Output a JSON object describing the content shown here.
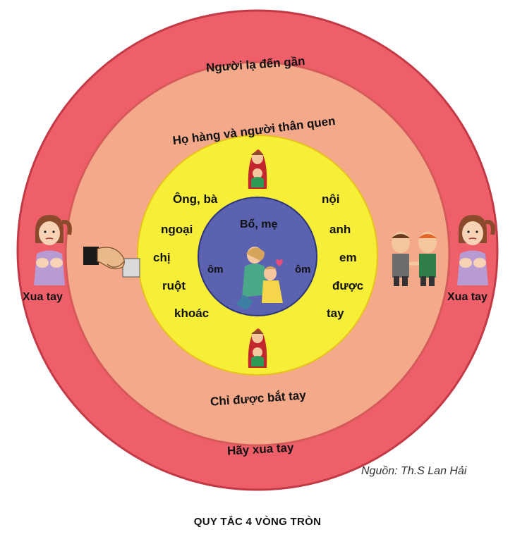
{
  "rings": {
    "outer": {
      "label_top": "Người lạ đến gần",
      "label_bottom": "Hãy xua tay",
      "color": "#ee5f6a"
    },
    "second": {
      "label_top": "Họ hàng và người thân quen",
      "label_bottom": "Chỉ được bắt tay",
      "color": "#f4a98a"
    },
    "third": {
      "color": "#f7ee38",
      "left_words": [
        "Ông, bà",
        "ngoại",
        "chị",
        "ruột",
        "khoác"
      ],
      "right_words": [
        "nội",
        "anh",
        "em",
        "được",
        "tay"
      ]
    },
    "inner": {
      "label": "Bố, mẹ",
      "left": "ôm",
      "right": "ôm",
      "color": "#5b63b1"
    }
  },
  "side_labels": {
    "left": "Xua tay",
    "right": "Xua tay"
  },
  "source": "Nguồn: Th.S Lan Hải",
  "title": "QUY TẮC 4 VÒNG TRÒN",
  "icons": [
    "girl-refusing-icon",
    "handshake-icon",
    "friends-handshake-icon",
    "mother-child-icon",
    "mother-hug-child-icon"
  ]
}
